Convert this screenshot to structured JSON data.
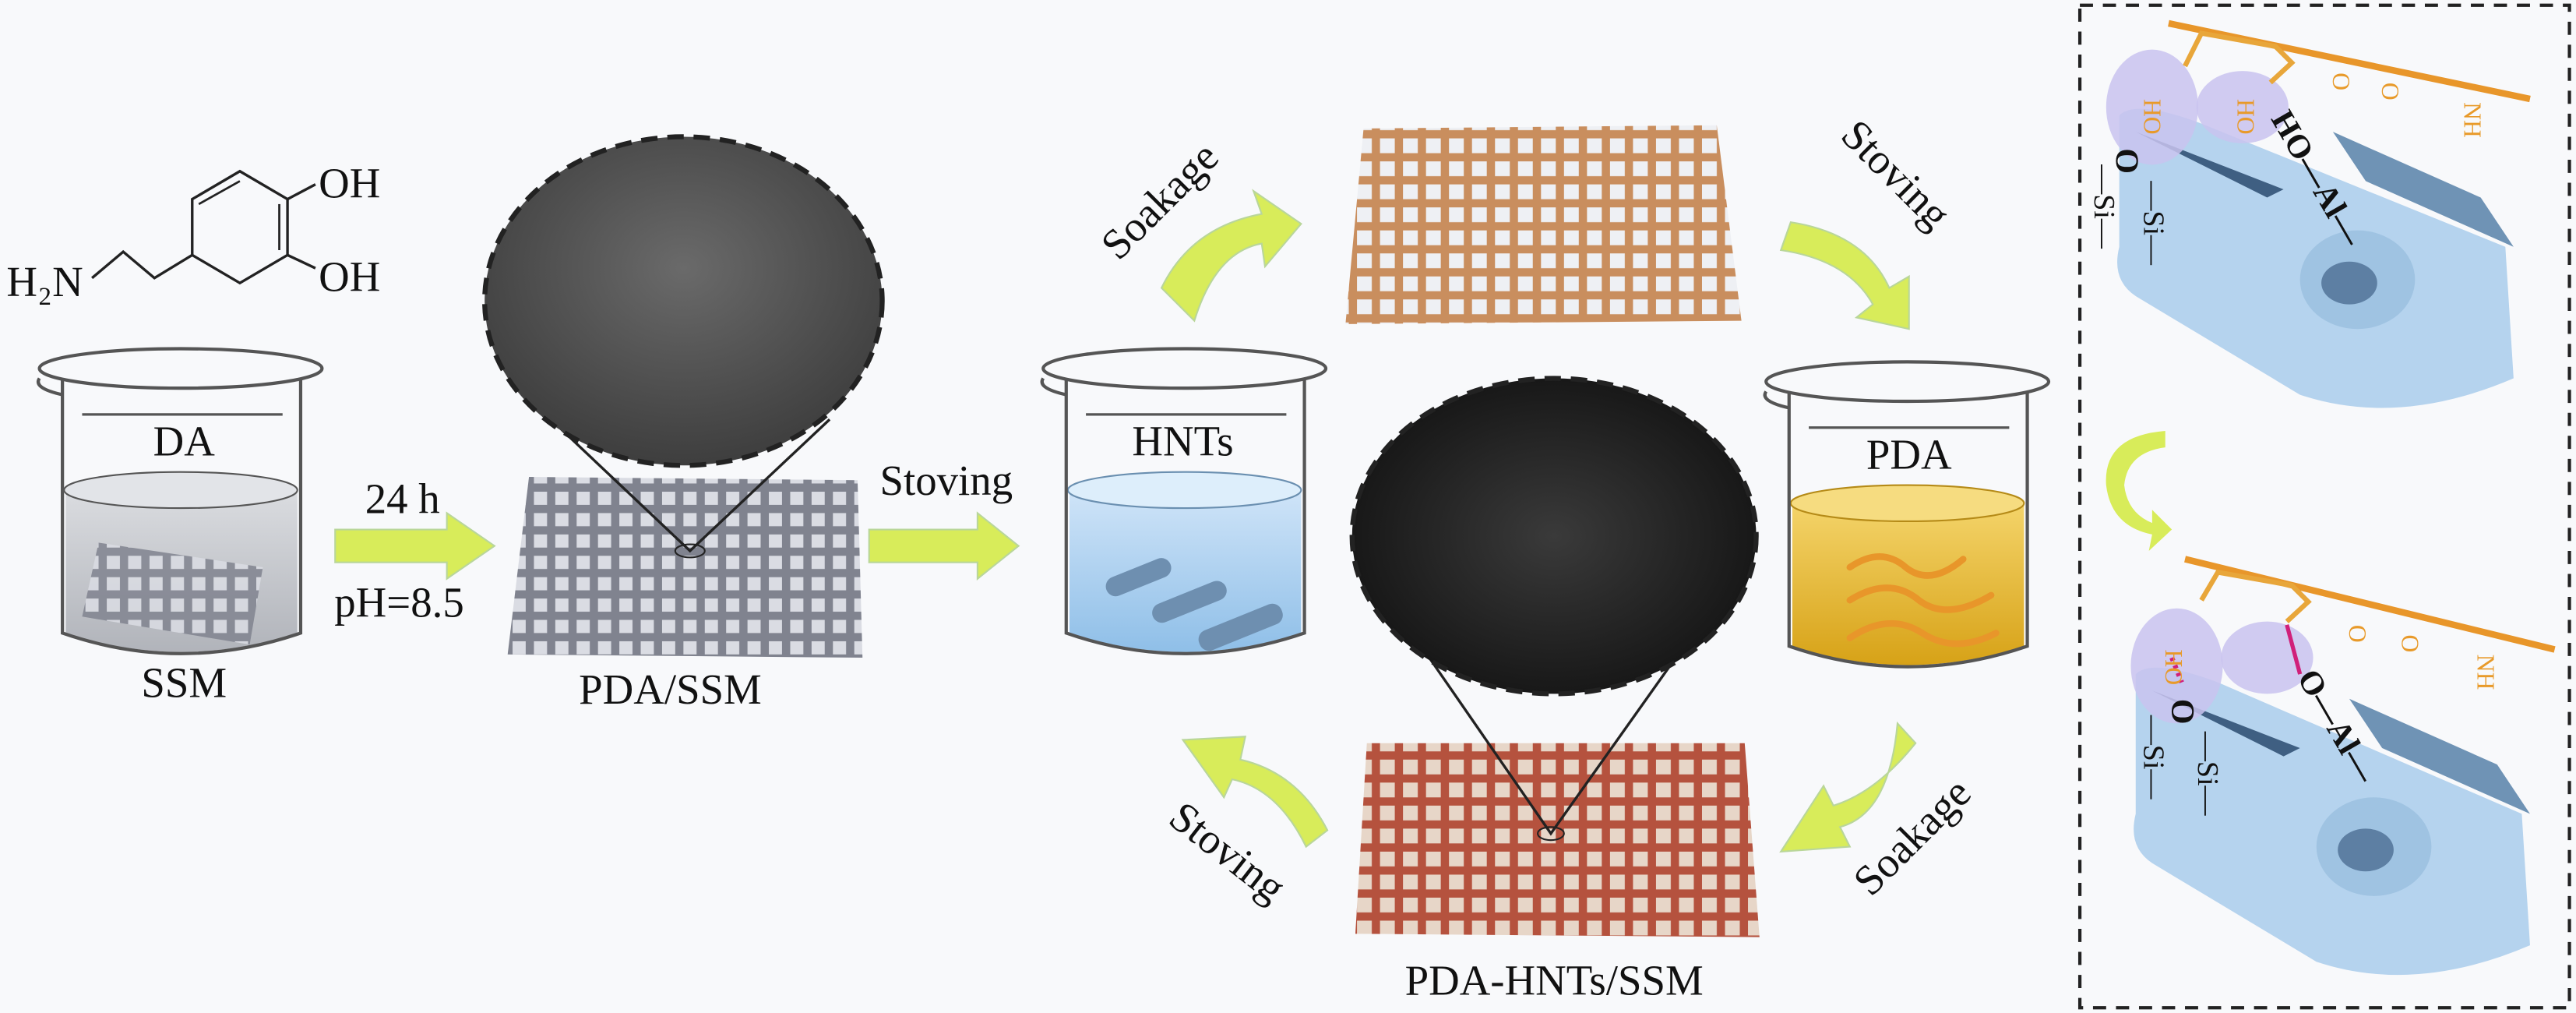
{
  "molecule": {
    "oh_top": "OH",
    "oh_bottom": "OH",
    "amine": "H₂N"
  },
  "beakers": {
    "da": {
      "label": "DA",
      "caption": "SSM"
    },
    "hnts": {
      "label": "HNTs"
    },
    "pda": {
      "label": "PDA"
    }
  },
  "steps": {
    "time": "24 h",
    "ph": "pH=8.5",
    "stoving_1": "Stoving",
    "soakage_top": "Soakage",
    "stoving_top": "Stoving",
    "soakage_bottom": "Soakage",
    "stoving_bottom": "Stoving"
  },
  "products": {
    "pda_ssm": "PDA/SSM",
    "pda_hnts_ssm": "PDA-HNTs/SSM"
  },
  "mechanism": {
    "before": {
      "ho_1": "HO",
      "ho_2": "HO",
      "o_eq_1": "O",
      "o_eq_2": "O",
      "nh": "NH",
      "o_si": "O",
      "si_1": "—Si—",
      "si_2": "—Si—",
      "ho_al": "HO—Al—"
    },
    "after": {
      "ho_1": "HO",
      "o_eq_1": "O",
      "o_eq_2": "O",
      "nh": "NH",
      "o_si": "O",
      "si_1": "—Si—",
      "si_2": "—Si—",
      "o_al": "O—Al—"
    }
  },
  "colors": {
    "arrow": "#d8ec5a",
    "pda": "#e8962a",
    "tube": "#a9cbe8",
    "highlight": "#c9c3ee"
  }
}
